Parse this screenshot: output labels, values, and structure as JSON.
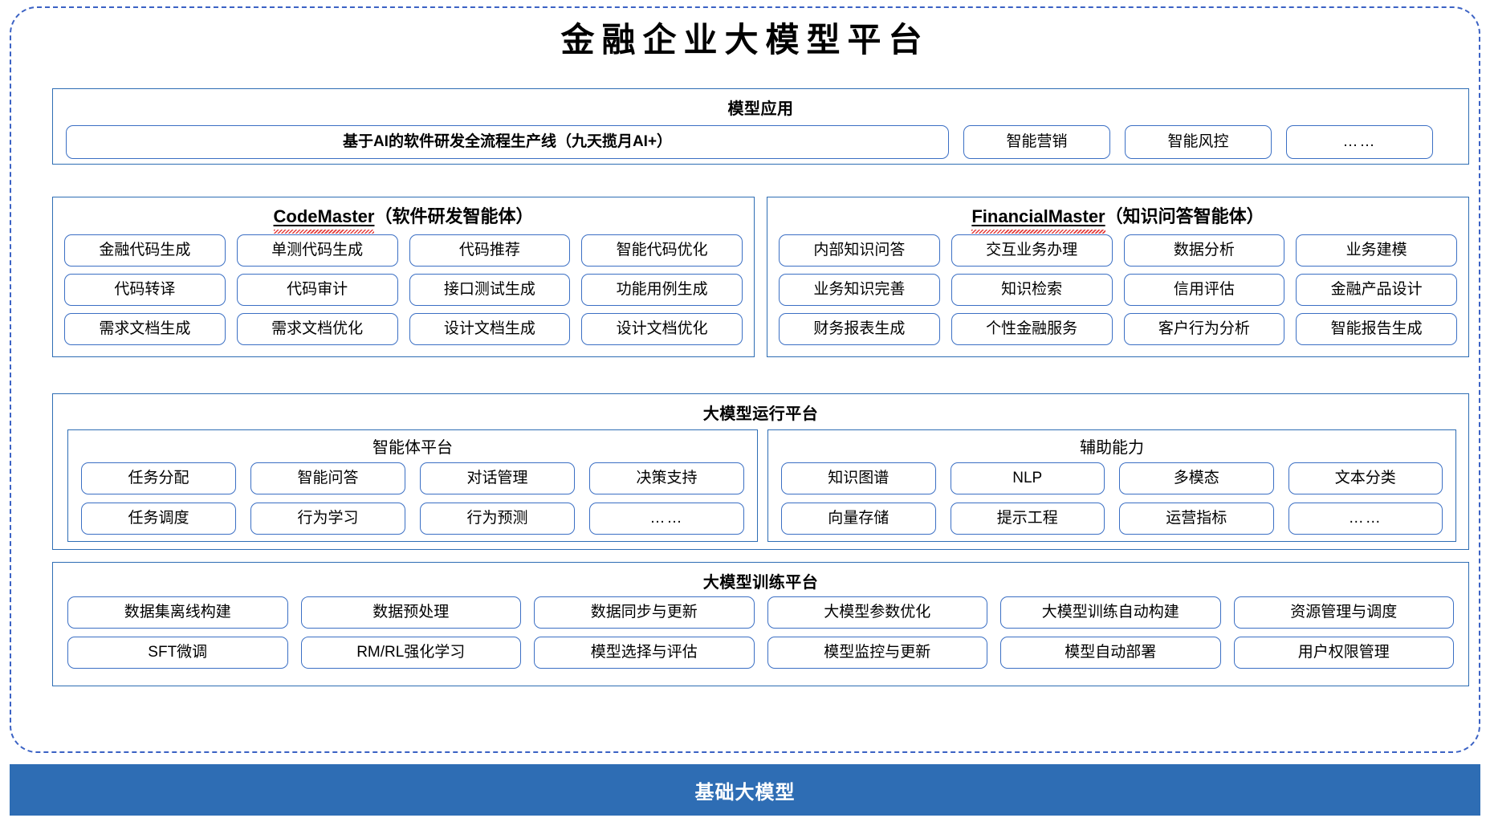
{
  "title": "金融企业大模型平台",
  "colors": {
    "frame_dashed": "#3b62c4",
    "panel_border": "#2e6db4",
    "pill_border": "#3b6fc4",
    "footer_bg": "#2e6db4",
    "spellcheck_squiggle": "#e03030"
  },
  "sections": {
    "applications": {
      "title": "模型应用",
      "pipeline": "基于AI的软件研发全流程生产线（九天揽月AI+）",
      "items": [
        "智能营销",
        "智能风控",
        "……"
      ]
    },
    "codemaster": {
      "name_en": "CodeMaster",
      "name_cn": "（软件研发智能体）",
      "items": [
        "金融代码生成",
        "单测代码生成",
        "代码推荐",
        "智能代码优化",
        "代码转译",
        "代码审计",
        "接口测试生成",
        "功能用例生成",
        "需求文档生成",
        "需求文档优化",
        "设计文档生成",
        "设计文档优化"
      ]
    },
    "financialmaster": {
      "name_en": "FinancialMaster",
      "name_cn": "（知识问答智能体）",
      "items": [
        "内部知识问答",
        "交互业务办理",
        "数据分析",
        "业务建模",
        "业务知识完善",
        "知识检索",
        "信用评估",
        "金融产品设计",
        "财务报表生成",
        "个性金融服务",
        "客户行为分析",
        "智能报告生成"
      ]
    },
    "runtime": {
      "title": "大模型运行平台",
      "agent_platform": {
        "title": "智能体平台",
        "items": [
          "任务分配",
          "智能问答",
          "对话管理",
          "决策支持",
          "任务调度",
          "行为学习",
          "行为预测",
          "……"
        ]
      },
      "auxiliary": {
        "title": "辅助能力",
        "items": [
          "知识图谱",
          "NLP",
          "多模态",
          "文本分类",
          "向量存储",
          "提示工程",
          "运营指标",
          "……"
        ]
      }
    },
    "training": {
      "title": "大模型训练平台",
      "items": [
        "数据集离线构建",
        "数据预处理",
        "数据同步与更新",
        "大模型参数优化",
        "大模型训练自动构建",
        "资源管理与调度",
        "SFT微调",
        "RM/RL强化学习",
        "模型选择与评估",
        "模型监控与更新",
        "模型自动部署",
        "用户权限管理"
      ]
    }
  },
  "footer": {
    "label": "基础大模型"
  }
}
